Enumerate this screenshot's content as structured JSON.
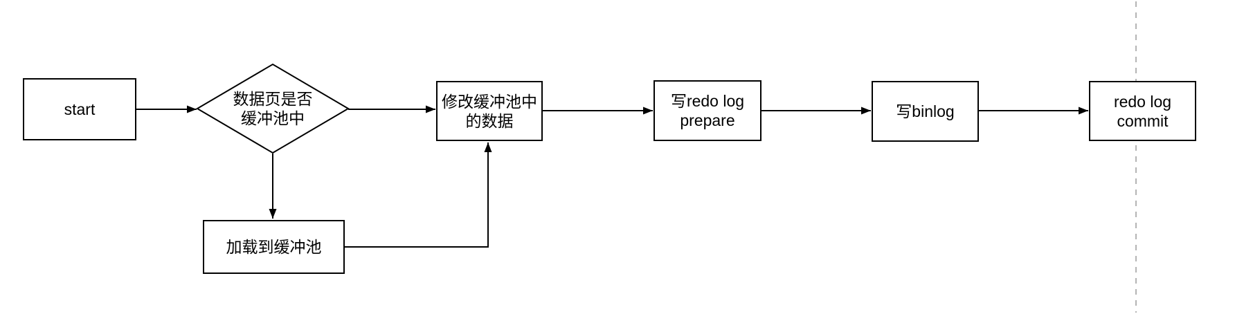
{
  "diagram": {
    "background_color": "#ffffff",
    "shape_stroke_color": "#000000",
    "shape_fill_color": "#ffffff",
    "text_color": "#000000",
    "separator_color": "#b3b3b3",
    "nodes": {
      "start": {
        "label": "start"
      },
      "decision": {
        "label": "数据页是否\n缓冲池中"
      },
      "load": {
        "label": "加载到缓冲池"
      },
      "modify": {
        "label": "修改缓冲池中\n的数据"
      },
      "prepare": {
        "label": "写redo log\nprepare"
      },
      "binlog": {
        "label": "写binlog"
      },
      "commit": {
        "label": "redo log\ncommit"
      }
    }
  }
}
